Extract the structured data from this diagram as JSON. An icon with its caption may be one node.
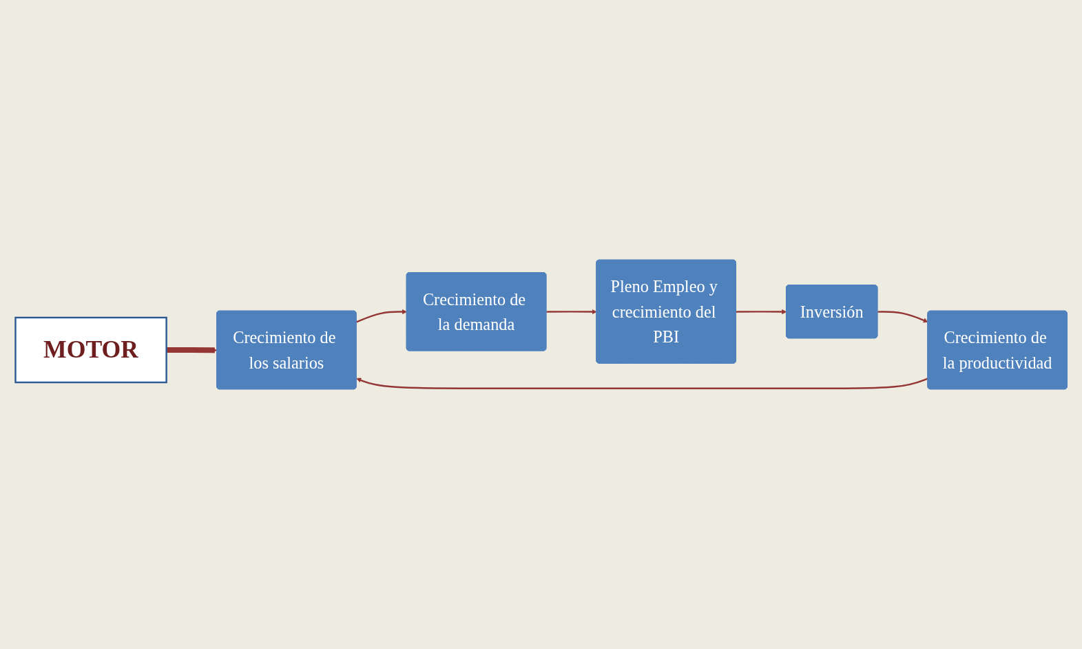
{
  "diagram": {
    "nodes": [
      {
        "text": [
          "MOTOR"
        ]
      },
      {
        "text": [
          "Crecimiento de los salarios"
        ]
      },
      {
        "text": [
          "Crecimiento de la demanda"
        ]
      },
      {
        "text": [
          "Pleno Empleo y crecimiento del PBI"
        ]
      },
      {
        "text": [
          "Inversión"
        ]
      },
      {
        "text": [
          "Crecimiento de la productividad"
        ]
      }
    ],
    "edges": [
      {
        "from": 0,
        "to": 1,
        "arrow": "to",
        "style": "thick"
      },
      {
        "from": 1,
        "to": 2,
        "arrow": "to"
      },
      {
        "from": 2,
        "to": 3,
        "arrow": "to"
      },
      {
        "from": 3,
        "to": 4,
        "arrow": "to"
      },
      {
        "from": 4,
        "to": 5,
        "arrow": "to"
      },
      {
        "from": 5,
        "to": 1,
        "arrow": "to"
      }
    ]
  }
}
